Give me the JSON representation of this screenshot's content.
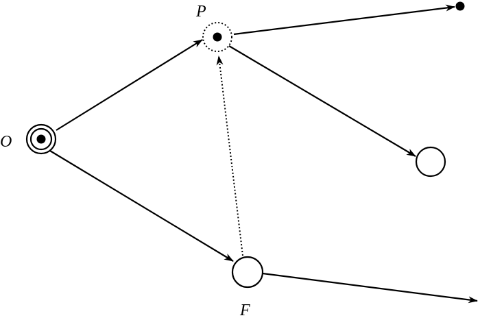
{
  "diagram": {
    "colors": {
      "stroke": "#000000",
      "background": "#ffffff"
    },
    "nodes": [
      {
        "id": "O",
        "label": "O",
        "style": "double circle with filled dot"
      },
      {
        "id": "P",
        "label": "P",
        "style": "dotted circle with filled dot"
      },
      {
        "id": "F",
        "label": "F",
        "style": "open circle"
      },
      {
        "id": "R",
        "label": "",
        "style": "open circle"
      },
      {
        "id": "T",
        "label": "",
        "style": "filled dot"
      }
    ],
    "edges": [
      {
        "from": "O",
        "to": "P",
        "style": "solid"
      },
      {
        "from": "O",
        "to": "F",
        "style": "solid"
      },
      {
        "from": "P",
        "to": "T",
        "style": "solid"
      },
      {
        "from": "P",
        "to": "R",
        "style": "solid"
      },
      {
        "from": "F",
        "to": "P",
        "style": "dotted"
      },
      {
        "from": "F",
        "to": "offscreen",
        "style": "solid"
      }
    ]
  }
}
